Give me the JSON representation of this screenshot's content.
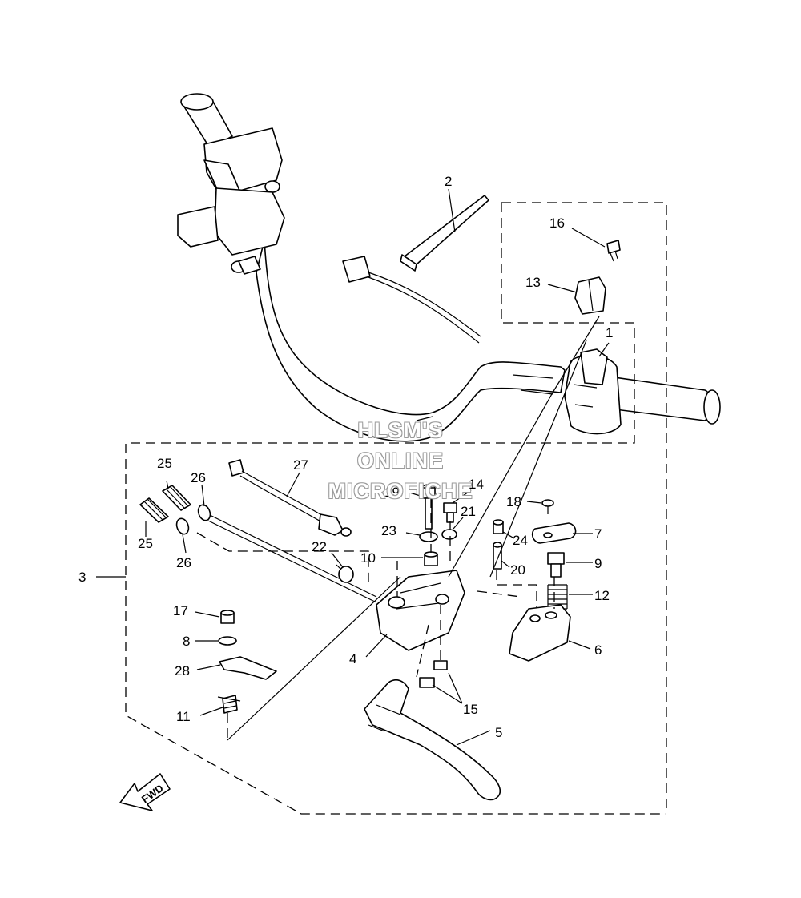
{
  "watermark": {
    "line1": "HLSM'S",
    "line2": "ONLINE",
    "line3": "MICROFICHE"
  },
  "direction_badge": "FWD",
  "callouts": [
    {
      "id": "c1",
      "text": "1"
    },
    {
      "id": "c2",
      "text": "2"
    },
    {
      "id": "c3",
      "text": "3"
    },
    {
      "id": "c4",
      "text": "4"
    },
    {
      "id": "c5",
      "text": "5"
    },
    {
      "id": "c6",
      "text": "6"
    },
    {
      "id": "c7",
      "text": "7"
    },
    {
      "id": "c8",
      "text": "8"
    },
    {
      "id": "c9",
      "text": "9"
    },
    {
      "id": "c10",
      "text": "10"
    },
    {
      "id": "c11",
      "text": "11"
    },
    {
      "id": "c12",
      "text": "12"
    },
    {
      "id": "c13",
      "text": "13"
    },
    {
      "id": "c14",
      "text": "14"
    },
    {
      "id": "c15",
      "text": "15"
    },
    {
      "id": "c16",
      "text": "16"
    },
    {
      "id": "c17",
      "text": "17"
    },
    {
      "id": "c18",
      "text": "18"
    },
    {
      "id": "c19",
      "text": "19"
    },
    {
      "id": "c20",
      "text": "20"
    },
    {
      "id": "c21",
      "text": "21"
    },
    {
      "id": "c22",
      "text": "22"
    },
    {
      "id": "c23",
      "text": "23"
    },
    {
      "id": "c24",
      "text": "24"
    },
    {
      "id": "c25a",
      "text": "25"
    },
    {
      "id": "c25b",
      "text": "25"
    },
    {
      "id": "c26a",
      "text": "26"
    },
    {
      "id": "c26b",
      "text": "26"
    },
    {
      "id": "c27",
      "text": "27"
    },
    {
      "id": "c28",
      "text": "28"
    }
  ]
}
